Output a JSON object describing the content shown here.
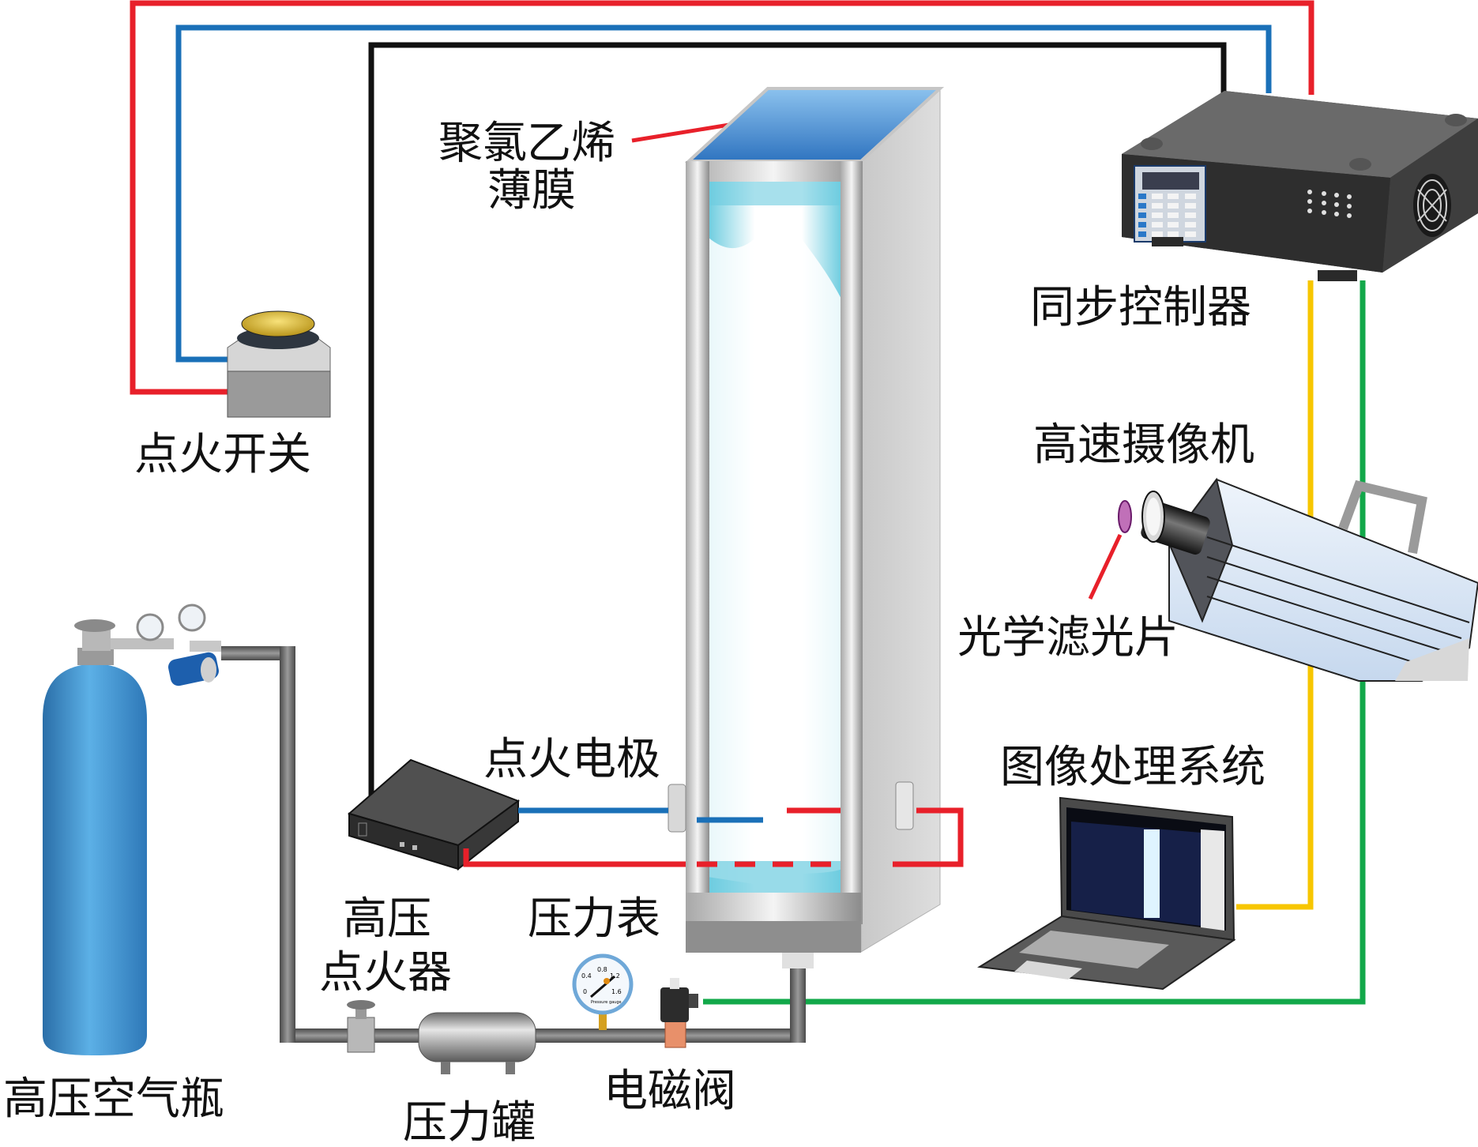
{
  "title": "Experimental setup diagram",
  "labels": {
    "pvc_film_line1": "聚氯乙烯",
    "pvc_film_line2": "薄膜",
    "sync_controller": "同步控制器",
    "ignition_switch": "点火开关",
    "high_speed_camera": "高速摄像机",
    "optical_filter": "光学滤光片",
    "image_processing_system": "图像处理系统",
    "ignition_electrode": "点火电极",
    "hv_igniter_line1": "高压",
    "hv_igniter_line2": "点火器",
    "pressure_gauge": "压力表",
    "air_cylinder": "高压空气瓶",
    "pressure_tank": "压力罐",
    "solenoid_valve": "电磁阀"
  },
  "gauge": {
    "ticks": [
      "0",
      "0.4",
      "0.8",
      "1.2",
      "1.6"
    ],
    "caption": "Pressure gauge"
  },
  "wire_colors": {
    "red": "#e8202a",
    "blue": "#1a70b8",
    "black": "#111111",
    "yellow": "#f7c600",
    "green": "#12a84a"
  },
  "component_colors": {
    "cylinder_blue": "#3d8fd0",
    "film_blue": "#4a8fd4",
    "flame_cyan": "#6cccdf",
    "device_dark": "#3a3a3a",
    "pipe_gray": "#6e6e6e",
    "button_yellow": "#e3c42a",
    "filter_pink": "#c070b8"
  }
}
